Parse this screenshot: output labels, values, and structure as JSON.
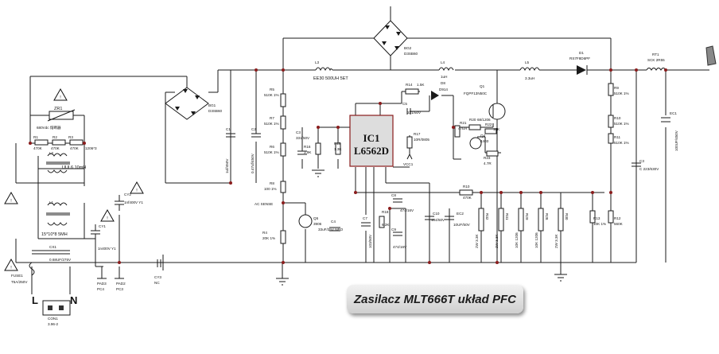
{
  "caption": "Zasilacz MLT666T układ PFC",
  "ic": {
    "ref": "IC1",
    "part": "L6562D"
  },
  "connector": {
    "L": "L",
    "N": "N",
    "ref": "CON1",
    "type": "3.96-2"
  },
  "labels": [
    {
      "id": "zr1",
      "text": "ZR1"
    },
    {
      "id": "rv",
      "text": "680Vdc 熔断器"
    },
    {
      "id": "r1",
      "text": "R1"
    },
    {
      "id": "r1v",
      "text": "470K"
    },
    {
      "id": "r2",
      "text": "R2"
    },
    {
      "id": "r2v",
      "text": "470K"
    },
    {
      "id": "r3",
      "text": "R3"
    },
    {
      "id": "r3v",
      "text": "470K"
    },
    {
      "id": "r3x",
      "text": "1206*3"
    },
    {
      "id": "l2",
      "text": "L2"
    },
    {
      "id": "l2v",
      "text": "UUL6 10mH"
    },
    {
      "id": "cy2",
      "text": "CY2"
    },
    {
      "id": "cy2v",
      "text": "1nf400V Y1"
    },
    {
      "id": "l1",
      "text": "L1"
    },
    {
      "id": "l1v",
      "text": "15*10*8 5MH"
    },
    {
      "id": "cx1",
      "text": "CX1"
    },
    {
      "id": "cx1v",
      "text": "0.68UF/275V"
    },
    {
      "id": "cy1",
      "text": "CY1"
    },
    {
      "id": "cy1v",
      "text": "1n400V Y1"
    },
    {
      "id": "fuse",
      "text": "FUSE1"
    },
    {
      "id": "fusev",
      "text": "T5A/250V"
    },
    {
      "id": "pad3",
      "text": "PAD3"
    },
    {
      "id": "pad3v",
      "text": "PC4"
    },
    {
      "id": "pad2",
      "text": "PAD2"
    },
    {
      "id": "pad2v",
      "text": "PC3"
    },
    {
      "id": "cy3",
      "text": "CY3"
    },
    {
      "id": "cy3v",
      "text": "NC"
    },
    {
      "id": "bg1",
      "text": "BG1"
    },
    {
      "id": "bg1v",
      "text": "D3SB60"
    },
    {
      "id": "bg2",
      "text": "BG2"
    },
    {
      "id": "bg2v",
      "text": "D3SB60"
    },
    {
      "id": "c1",
      "text": "C1"
    },
    {
      "id": "c1v",
      "text": "1uf/450V"
    },
    {
      "id": "c2",
      "text": "C2"
    },
    {
      "id": "c2v",
      "text": "0.47uf/450V"
    },
    {
      "id": "l3",
      "text": "L3"
    },
    {
      "id": "l3v",
      "text": "EE30 500UH 5ET"
    },
    {
      "id": "l4",
      "text": "L4"
    },
    {
      "id": "l4v",
      "text": "1uH"
    },
    {
      "id": "l5",
      "text": "L5"
    },
    {
      "id": "l5v",
      "text": "3.3uH"
    },
    {
      "id": "d1",
      "text": "D1"
    },
    {
      "id": "d1v",
      "text": "RS7F8D6PF"
    },
    {
      "id": "rt1",
      "text": "RT1"
    },
    {
      "id": "rt1v",
      "text": "SCK 2R55"
    },
    {
      "id": "r5",
      "text": "R5"
    },
    {
      "id": "r5v",
      "text": "510K 1%"
    },
    {
      "id": "r7",
      "text": "R7"
    },
    {
      "id": "r7v",
      "text": "510K 1%"
    },
    {
      "id": "r6",
      "text": "R6"
    },
    {
      "id": "r6v",
      "text": "510K 1%"
    },
    {
      "id": "r8",
      "text": "R8"
    },
    {
      "id": "r8v",
      "text": "100 1%"
    },
    {
      "id": "acs",
      "text": "AC SENSE"
    },
    {
      "id": "c3",
      "text": "C3"
    },
    {
      "id": "c3v",
      "text": "331/50V"
    },
    {
      "id": "r16",
      "text": "R16"
    },
    {
      "id": "r16v",
      "text": "3.9K"
    },
    {
      "id": "r15",
      "text": "R15"
    },
    {
      "id": "r15v",
      "text": "1.3K"
    },
    {
      "id": "r14",
      "text": "R14"
    },
    {
      "id": "r14v",
      "text": "1.5K"
    },
    {
      "id": "c5",
      "text": "C5"
    },
    {
      "id": "c5v",
      "text": "331/50V"
    },
    {
      "id": "d8",
      "text": "D8"
    },
    {
      "id": "d8v",
      "text": "D914"
    },
    {
      "id": "r17",
      "text": "R17"
    },
    {
      "id": "r17v",
      "text": "10R/0805"
    },
    {
      "id": "vcc1",
      "text": "VCC1"
    },
    {
      "id": "q1",
      "text": "Q1"
    },
    {
      "id": "q1v",
      "text": "FQPF13N50C"
    },
    {
      "id": "r20",
      "text": "R20"
    },
    {
      "id": "r20v",
      "text": "68/1206"
    },
    {
      "id": "r21",
      "text": "R21"
    },
    {
      "id": "r21v",
      "text": "47ER"
    },
    {
      "id": "r22",
      "text": "R22"
    },
    {
      "id": "r22v",
      "text": "10K"
    },
    {
      "id": "r23",
      "text": "R23"
    },
    {
      "id": "r23v",
      "text": "4.7R"
    },
    {
      "id": "q4",
      "text": "Q4"
    },
    {
      "id": "q4v",
      "text": "4403"
    },
    {
      "id": "q5",
      "text": "Q5"
    },
    {
      "id": "q5v",
      "text": "3906"
    },
    {
      "id": "r4",
      "text": "R4"
    },
    {
      "id": "r4v",
      "text": "20K 1%"
    },
    {
      "id": "c4",
      "text": "C4"
    },
    {
      "id": "c4v",
      "text": "33uF/25V NPO"
    },
    {
      "id": "c7",
      "text": "C7"
    },
    {
      "id": "c7v",
      "text": "103/50V"
    },
    {
      "id": "r18",
      "text": "R18"
    },
    {
      "id": "r18v",
      "text": "6.2K"
    },
    {
      "id": "c8",
      "text": "C8"
    },
    {
      "id": "c8v",
      "text": "474/16V"
    },
    {
      "id": "c9",
      "text": "C9"
    },
    {
      "id": "c9v",
      "text": "474/16V"
    },
    {
      "id": "c10",
      "text": "C10"
    },
    {
      "id": "c10v",
      "text": "104/50V"
    },
    {
      "id": "ec2",
      "text": "EC2"
    },
    {
      "id": "ec2v",
      "text": "10UF/50V"
    },
    {
      "id": "r10",
      "text": "R10"
    },
    {
      "id": "r10v",
      "text": "470K"
    },
    {
      "id": "r32",
      "text": "R32"
    },
    {
      "id": "r32v",
      "text": "2W 3.3K"
    },
    {
      "id": "r31",
      "text": "R31"
    },
    {
      "id": "r31v",
      "text": "2W 3.3K"
    },
    {
      "id": "r29",
      "text": "R29"
    },
    {
      "id": "r29v",
      "text": "10K 1206"
    },
    {
      "id": "r28",
      "text": "R28"
    },
    {
      "id": "r28v",
      "text": "10K 1206"
    },
    {
      "id": "r30",
      "text": "R30"
    },
    {
      "id": "r30v",
      "text": "2W 3.3K"
    },
    {
      "id": "r9",
      "text": "R9"
    },
    {
      "id": "r9v",
      "text": "510K 1%"
    },
    {
      "id": "r10b",
      "text": "R10"
    },
    {
      "id": "r10bv",
      "text": "510K 1%"
    },
    {
      "id": "r11",
      "text": "R11"
    },
    {
      "id": "r11v",
      "text": "510K 1%"
    },
    {
      "id": "r13",
      "text": "R13"
    },
    {
      "id": "r13v",
      "text": "10K 1%"
    },
    {
      "id": "r12",
      "text": "R12"
    },
    {
      "id": "r12v",
      "text": "560K"
    },
    {
      "id": "c3b",
      "text": "C3"
    },
    {
      "id": "c3bv",
      "text": "C 223/630V"
    },
    {
      "id": "ec1",
      "text": "EC1"
    },
    {
      "id": "ec1v",
      "text": "100UF/450V"
    }
  ]
}
